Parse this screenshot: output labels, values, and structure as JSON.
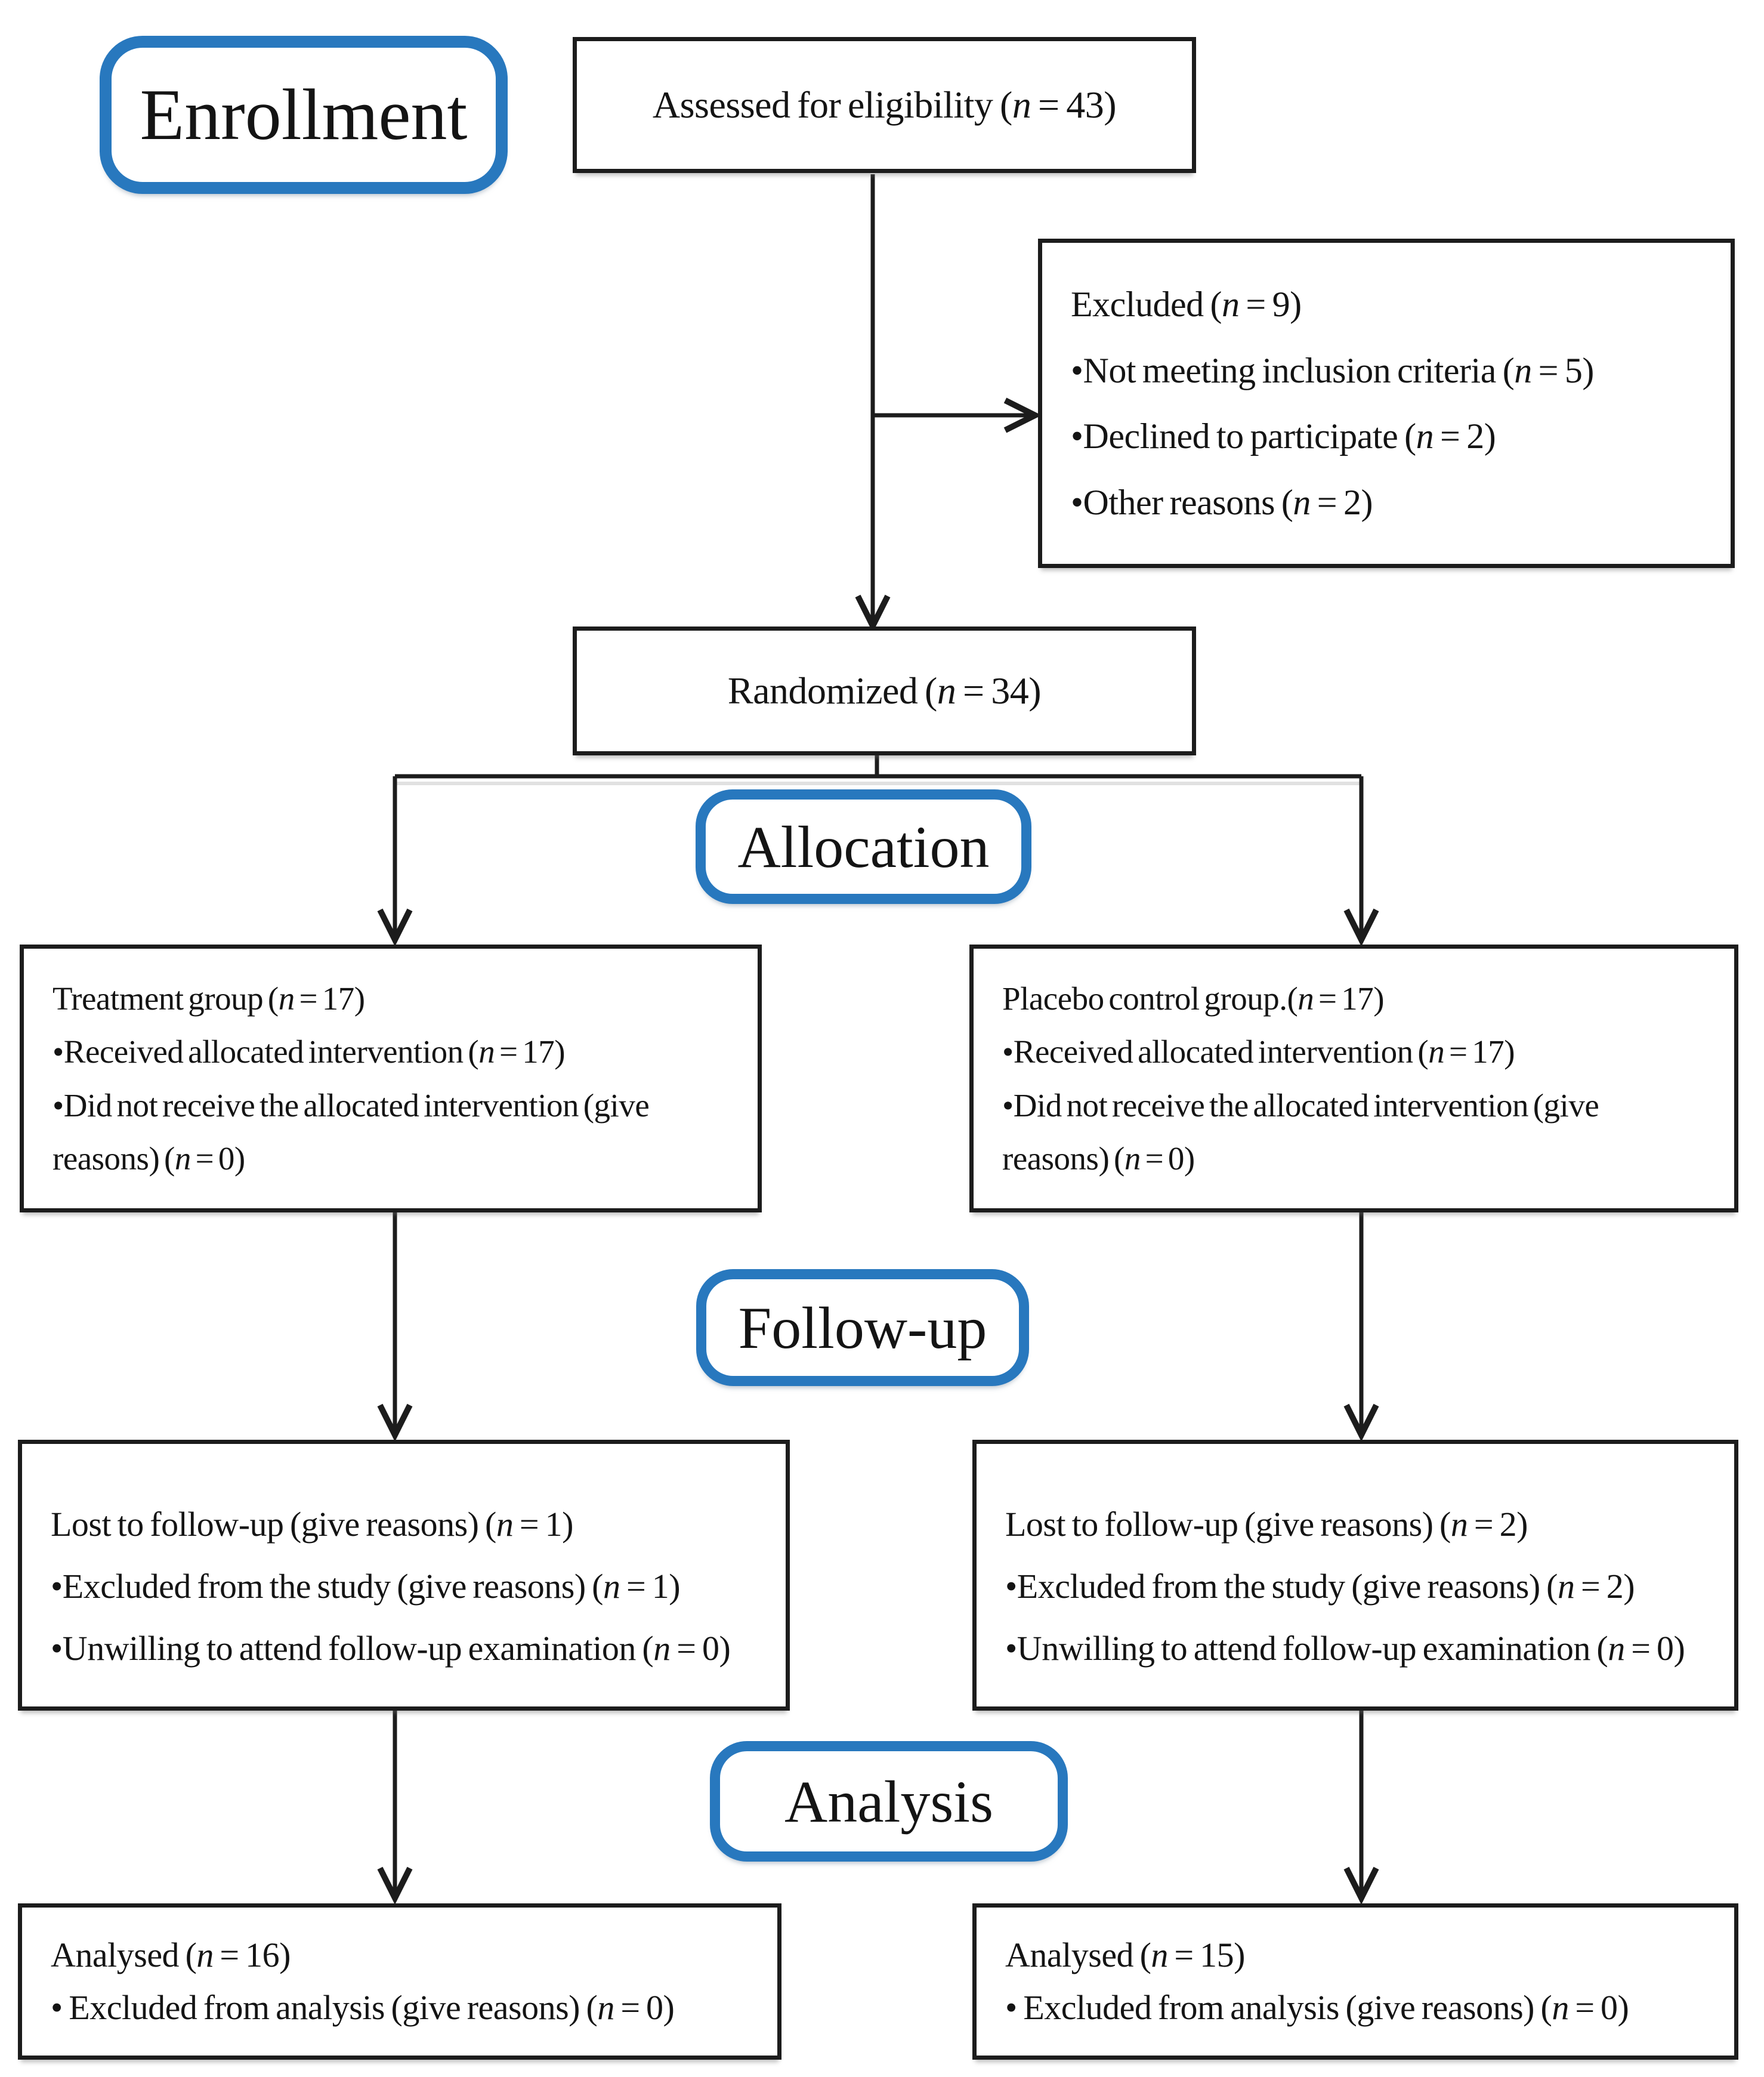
{
  "colors": {
    "accent_blue": "#2878BE",
    "line_black": "#1c1c1c",
    "background": "#ffffff"
  },
  "stages": {
    "enrollment": {
      "label": "Enrollment"
    },
    "allocation": {
      "label": "Allocation"
    },
    "follow_up": {
      "label": "Follow-up"
    },
    "analysis": {
      "label": "Analysis"
    }
  },
  "boxes": {
    "assessed": {
      "lines": [
        "Assessed for eligibility (n = 43)"
      ]
    },
    "excluded": {
      "lines": [
        "Excluded (n = 9)",
        "•Not meeting inclusion criteria (n = 5)",
        "•Declined to participate (n = 2)",
        "•Other reasons (n = 2)"
      ]
    },
    "randomized": {
      "lines": [
        "Randomized (n = 34)"
      ]
    },
    "treatment": {
      "lines": [
        "Treatment group (n = 17)",
        "•Received allocated intervention (n = 17)",
        "•Did not receive the allocated intervention (give",
        "reasons) (n = 0)"
      ]
    },
    "placebo": {
      "lines": [
        "Placebo control group.(n = 17)",
        "•Received allocated intervention (n = 17)",
        "•Did not receive the allocated intervention (give",
        "reasons) (n = 0)"
      ]
    },
    "followup_treatment": {
      "lines": [
        "Lost to follow-up (give reasons) (n = 1)",
        "•Excluded from the study (give reasons) (n = 1)",
        "•Unwilling to attend follow-up examination (n = 0)"
      ]
    },
    "followup_placebo": {
      "lines": [
        "Lost to follow-up (give reasons) (n = 2)",
        "•Excluded from the study (give reasons) (n = 2)",
        "•Unwilling to attend follow-up examination (n = 0)"
      ]
    },
    "analysed_treatment": {
      "lines": [
        "Analysed (n = 16)",
        "• Excluded from analysis (give reasons) (n = 0)"
      ]
    },
    "analysed_placebo": {
      "lines": [
        "Analysed (n = 15)",
        "• Excluded from analysis (give reasons) (n = 0)"
      ]
    }
  },
  "counts": {
    "assessed_for_eligibility": 43,
    "excluded_total": 9,
    "not_meeting_inclusion_criteria": 5,
    "declined_to_participate": 2,
    "other_reasons": 2,
    "randomized": 34,
    "treatment_group": {
      "allocated": 17,
      "received_intervention": 17,
      "did_not_receive_intervention": 0,
      "lost_to_follow_up": 1,
      "excluded_from_study": 1,
      "unwilling_follow_up_exam": 0,
      "analysed": 16,
      "excluded_from_analysis": 0
    },
    "placebo_control_group": {
      "allocated": 17,
      "received_intervention": 17,
      "did_not_receive_intervention": 0,
      "lost_to_follow_up": 2,
      "excluded_from_study": 2,
      "unwilling_follow_up_exam": 0,
      "analysed": 15,
      "excluded_from_analysis": 0
    }
  }
}
